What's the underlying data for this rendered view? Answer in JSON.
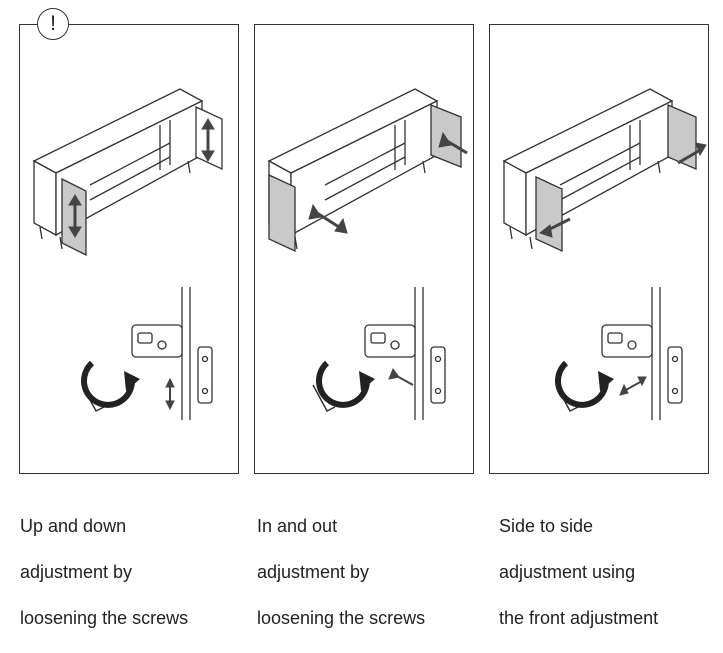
{
  "warning": {
    "symbol": "!",
    "icon": "exclamation-circle-icon"
  },
  "panels": [
    {
      "caption": [
        "Up and down",
        "adjustment by",
        "loosening the screws"
      ],
      "adjustment": "vertical"
    },
    {
      "caption": [
        "In and out",
        "adjustment by",
        "loosening the screws"
      ],
      "adjustment": "depth"
    },
    {
      "caption": [
        "Side to side",
        "adjustment using",
        "the front adjustment"
      ],
      "adjustment": "lateral"
    }
  ],
  "colors": {
    "line": "#333333",
    "door_fill": "#c9c9c9",
    "arrow": "#444444"
  }
}
